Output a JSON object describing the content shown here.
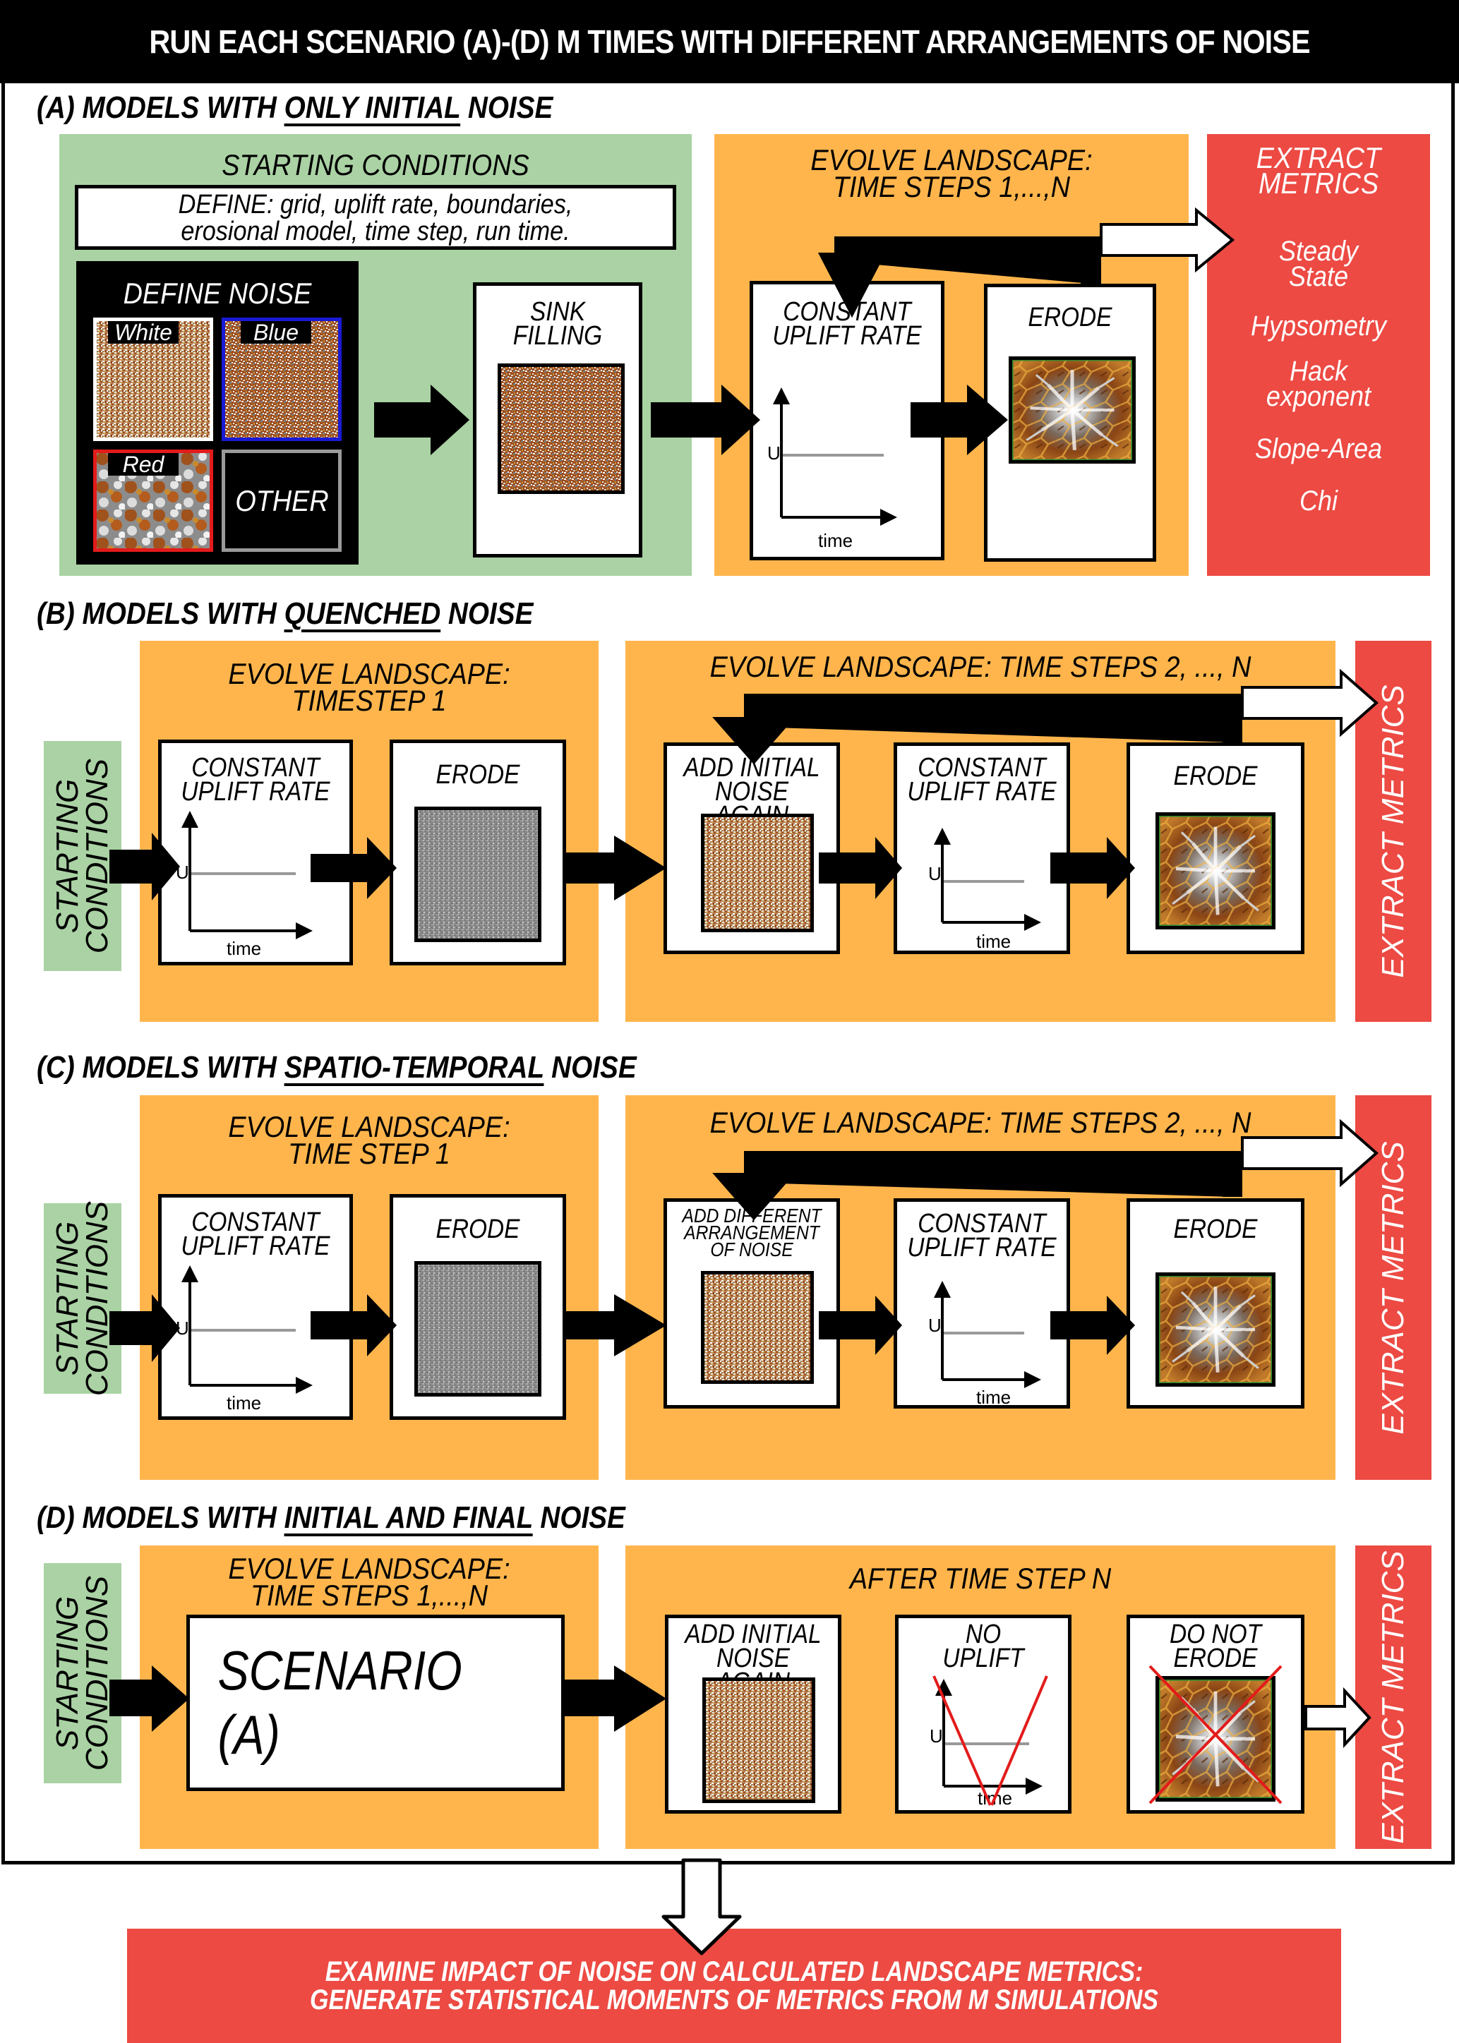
{
  "header": {
    "title": "RUN EACH SCENARIO (A)-(D) M TIMES WITH DIFFERENT ARRANGEMENTS OF NOISE"
  },
  "colors": {
    "starting": "#aad2a4",
    "evolve": "#ffb54c",
    "extract": "#ec4a43",
    "noise_white_border": "#ffffff",
    "noise_blue_border": "#1a1ad6",
    "noise_red_border": "#e31b1b",
    "noise_other_border": "#9a9a9a",
    "cross": "#e31b1b"
  },
  "sectionA": {
    "title_prefix": "(A) MODELS WITH ",
    "title_underlined": "ONLY INITIAL",
    "title_suffix": " NOISE",
    "starting": {
      "title": "STARTING CONDITIONS",
      "define_line1": "DEFINE: grid, uplift rate, boundaries,",
      "define_line2": "erosional model, time step, run time.",
      "noise_title": "DEFINE NOISE",
      "noise_types": [
        "White",
        "Blue",
        "Red",
        "OTHER"
      ],
      "sink_line1": "SINK",
      "sink_line2": "FILLING"
    },
    "evolve": {
      "title_line1": "EVOLVE LANDSCAPE:",
      "title_line2": "TIME STEPS 1,...,N",
      "uplift_line1": "CONSTANT",
      "uplift_line2": "UPLIFT RATE",
      "axis_y": "U",
      "axis_x": "time",
      "erode": "ERODE"
    },
    "extract": {
      "title_line1": "EXTRACT",
      "title_line2": "METRICS",
      "metrics": [
        "Steady State",
        "Hypsometry",
        "Hack exponent",
        "Slope-Area",
        "Chi"
      ],
      "metric_lines": [
        [
          "Steady",
          "State"
        ],
        [
          "Hypsometry"
        ],
        [
          "Hack",
          "exponent"
        ],
        [
          "Slope-Area"
        ],
        [
          "Chi"
        ]
      ]
    }
  },
  "sectionB": {
    "title_prefix": "(B) MODELS WITH ",
    "title_underlined": "QUENCHED",
    "title_suffix": " NOISE",
    "starting_line1": "STARTING",
    "starting_line2": "CONDITIONS",
    "evolve1_line1": "EVOLVE LANDSCAPE:",
    "evolve1_line2": "TIMESTEP 1",
    "uplift_line1": "CONSTANT",
    "uplift_line2": "UPLIFT RATE",
    "axis_y": "U",
    "axis_x": "time",
    "erode": "ERODE",
    "evolve2_title": "EVOLVE LANDSCAPE: TIME STEPS 2, ..., N",
    "add_line1": "ADD INITIAL",
    "add_line2": "NOISE AGAIN",
    "extract": "EXTRACT METRICS"
  },
  "sectionC": {
    "title_prefix": "(C) MODELS WITH ",
    "title_underlined": "SPATIO-TEMPORAL",
    "title_suffix": " NOISE",
    "starting_line1": "STARTING",
    "starting_line2": "CONDITIONS",
    "evolve1_line1": "EVOLVE LANDSCAPE:",
    "evolve1_line2": "TIME STEP 1",
    "uplift_line1": "CONSTANT",
    "uplift_line2": "UPLIFT RATE",
    "axis_y": "U",
    "axis_x": "time",
    "erode": "ERODE",
    "evolve2_title": "EVOLVE LANDSCAPE: TIME STEPS 2, ..., N",
    "add_line1": "ADD DIFFERENT",
    "add_line2": "ARRANGEMENT",
    "add_line3": "OF NOISE",
    "extract": "EXTRACT METRICS"
  },
  "sectionD": {
    "title_prefix": "(D) MODELS WITH ",
    "title_underlined": "INITIAL AND FINAL",
    "title_suffix": " NOISE",
    "starting_line1": "STARTING",
    "starting_line2": "CONDITIONS",
    "evolve1_line1": "EVOLVE LANDSCAPE:",
    "evolve1_line2": "TIME STEPS 1,...,N",
    "scenario": "SCENARIO (A)",
    "after_title": "AFTER TIME STEP N",
    "add_line1": "ADD INITIAL",
    "add_line2": "NOISE AGAIN",
    "no_uplift_line1": "NO",
    "no_uplift_line2": "UPLIFT",
    "axis_y": "U",
    "axis_x": "time",
    "no_erode_line1": "DO NOT",
    "no_erode_line2": "ERODE",
    "extract": "EXTRACT METRICS"
  },
  "footer": {
    "line1": "EXAMINE IMPACT OF NOISE ON CALCULATED LANDSCAPE METRICS:",
    "line2": "GENERATE STATISTICAL MOMENTS OF METRICS FROM M SIMULATIONS"
  }
}
